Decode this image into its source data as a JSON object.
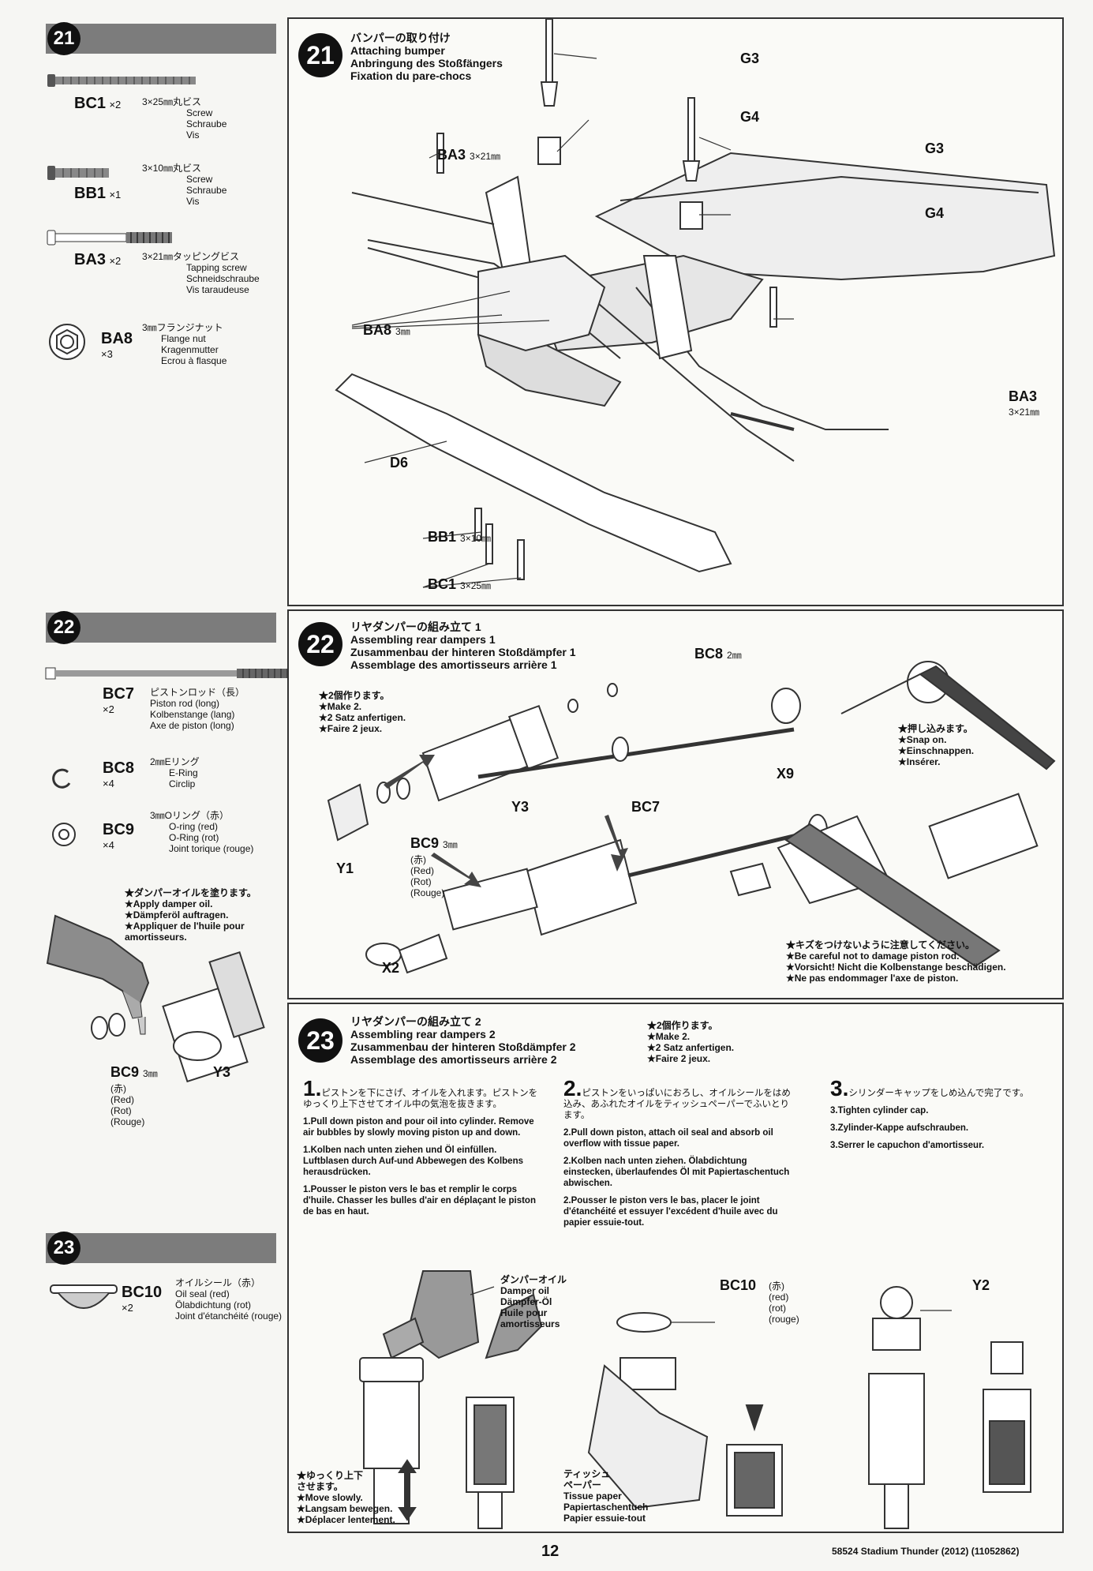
{
  "page": {
    "number": "12",
    "footer": "58524 Stadium Thunder (2012) (11052862)"
  },
  "sidebar21": {
    "step": "21",
    "parts": [
      {
        "code": "BC1",
        "qty": "×2",
        "desc": [
          "3×25㎜丸ビス",
          "Screw",
          "Schraube",
          "Vis"
        ]
      },
      {
        "code": "BB1",
        "qty": "×1",
        "desc": [
          "3×10㎜丸ビス",
          "Screw",
          "Schraube",
          "Vis"
        ]
      },
      {
        "code": "BA3",
        "qty": "×2",
        "desc": [
          "3×21㎜タッピングビス",
          "Tapping screw",
          "Schneidschraube",
          "Vis taraudeuse"
        ]
      },
      {
        "code": "BA8",
        "qty": "×3",
        "desc": [
          "3㎜フランジナット",
          "Flange nut",
          "Kragenmutter",
          "Ecrou à flasque"
        ]
      }
    ]
  },
  "step21": {
    "number": "21",
    "title": [
      "バンパーの取り付け",
      "Attaching bumper",
      "Anbringung des Stoßfängers",
      "Fixation du pare-chocs"
    ],
    "labels": {
      "g3a": "G3",
      "g4a": "G4",
      "g3b": "G3",
      "g4b": "G4",
      "ba3a": "BA3",
      "ba3a_size": "3×21㎜",
      "ba3b": "BA3",
      "ba3b_size": "3×21㎜",
      "ba8": "BA8",
      "ba8_size": "3㎜",
      "d6": "D6",
      "bb1": "BB1",
      "bb1_size": "3×10㎜",
      "bc1": "BC1",
      "bc1_size": "3×25㎜"
    }
  },
  "sidebar22": {
    "step": "22",
    "parts": [
      {
        "code": "BC7",
        "qty": "×2",
        "desc": [
          "ピストンロッド（長）",
          "Piston rod (long)",
          "Kolbenstange (lang)",
          "Axe de piston (long)"
        ]
      },
      {
        "code": "BC8",
        "qty": "×4",
        "desc": [
          "2㎜Eリング",
          "E-Ring",
          "Circlip"
        ]
      },
      {
        "code": "BC9",
        "qty": "×4",
        "desc": [
          "3㎜Oリング（赤）",
          "O-ring (red)",
          "O-Ring (rot)",
          "Joint torique (rouge)"
        ]
      }
    ],
    "oil_note": [
      "★ダンパーオイルを塗ります。",
      "★Apply damper oil.",
      "★Dämpferöl auftragen.",
      "★Appliquer de l'huile pour amortisseurs."
    ],
    "bc9_label": "BC9",
    "bc9_size": "3㎜",
    "bc9_color": [
      "(赤)",
      "(Red)",
      "(Rot)",
      "(Rouge)"
    ],
    "y3": "Y3"
  },
  "step22": {
    "number": "22",
    "title": [
      "リヤダンパーの組み立て 1",
      "Assembling rear dampers 1",
      "Zusammenbau der hinteren Stoßdämpfer 1",
      "Assemblage des amortisseurs arrière 1"
    ],
    "make2": [
      "★2個作ります。",
      "★Make 2.",
      "★2 Satz anfertigen.",
      "★Faire 2 jeux."
    ],
    "snap": [
      "★押し込みます。",
      "★Snap on.",
      "★Einschnappen.",
      "★Insérer."
    ],
    "careful": [
      "★キズをつけないように注意してください。",
      "★Be careful not to damage piston rod.",
      "★Vorsicht! Nicht die Kolbenstange beschädigen.",
      "★Ne pas endommager l'axe de piston."
    ],
    "labels": {
      "bc8": "BC8",
      "bc8_size": "2㎜",
      "x9": "X9",
      "bc7": "BC7",
      "y3": "Y3",
      "y1": "Y1",
      "bc9": "BC9",
      "bc9_size": "3㎜",
      "x2": "X2"
    },
    "bc9_color": [
      "(赤)",
      "(Red)",
      "(Rot)",
      "(Rouge)"
    ]
  },
  "sidebar23": {
    "step": "23",
    "parts": [
      {
        "code": "BC10",
        "qty": "×2",
        "desc": [
          "オイルシール（赤）",
          "Oil seal (red)",
          "Ölabdichtung (rot)",
          "Joint d'étanchéité (rouge)"
        ]
      }
    ]
  },
  "step23": {
    "number": "23",
    "title": [
      "リヤダンパーの組み立て 2",
      "Assembling rear dampers 2",
      "Zusammenbau der hinteren Stoßdämpfer 2",
      "Assemblage des amortisseurs arrière 2"
    ],
    "make2": [
      "★2個作ります。",
      "★Make 2.",
      "★2 Satz anfertigen.",
      "★Faire 2 jeux."
    ],
    "col1": {
      "num": "1.",
      "jp": "ピストンを下にさげ、オイルを入れます。ピストンをゆっくり上下させてオイル中の気泡を抜きます。",
      "en": "1.Pull down piston and pour oil into cylinder. Remove air bubbles by slowly moving piston up and down.",
      "de": "1.Kolben nach unten ziehen und Öl einfüllen. Luftblasen durch Auf-und Abbewegen des Kolbens herausdrücken.",
      "fr": "1.Pousser le piston vers le bas et remplir le corps d'huile. Chasser les bulles d'air en déplaçant le piston de bas en haut."
    },
    "col2": {
      "num": "2.",
      "jp": "ピストンをいっぱいにおろし、オイルシールをはめ込み、あふれたオイルをティッシュペーパーでふいとります。",
      "en": "2.Pull down piston, attach oil seal and absorb oil overflow with tissue paper.",
      "de": "2.Kolben nach unten ziehen. Ölabdichtung einstecken, überlaufendes Öl mit Papiertaschentuch abwischen.",
      "fr": "2.Pousser le piston vers le bas, placer le joint d'étanchéité et essuyer l'excédent d'huile avec du papier essuie-tout."
    },
    "col3": {
      "num": "3.",
      "jp": "シリンダーキャップをしめ込んで完了です。",
      "en": "3.Tighten cylinder cap.",
      "de": "3.Zylinder-Kappe aufschrauben.",
      "fr": "3.Serrer le capuchon d'amortisseur."
    },
    "oil": [
      "ダンパーオイル",
      "Damper oil",
      "Dämpfer-Öl",
      "Huile pour",
      "amortisseurs"
    ],
    "bc10": "BC10",
    "bc10_color": [
      "(赤)",
      "(red)",
      "(rot)",
      "(rouge)"
    ],
    "y2": "Y2",
    "slow": [
      "★ゆっくり上下",
      "させます。",
      "★Move slowly.",
      "★Langsam bewegen.",
      "★Déplacer lentement."
    ],
    "tissue": [
      "ティッシュ",
      "ペーパー",
      "Tissue paper",
      "Papiertaschentuch",
      "Papier essuie-tout"
    ]
  }
}
